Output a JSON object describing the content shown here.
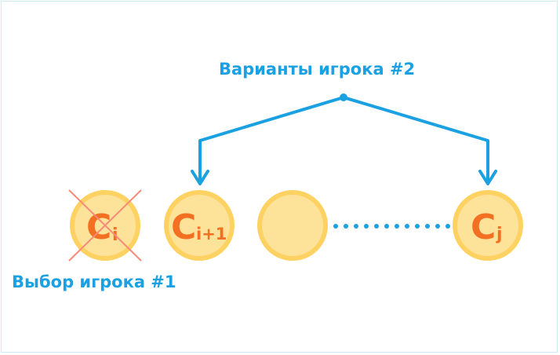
{
  "labels": {
    "player2_options": "Варианты игрока #2",
    "player1_choice": "Выбор игрока #1"
  },
  "coins": [
    {
      "letter": "C",
      "subscript": "i",
      "crossed": true
    },
    {
      "letter": "C",
      "subscript": "i+1",
      "crossed": false
    },
    {
      "letter": "",
      "subscript": "",
      "crossed": false
    },
    {
      "letter": "C",
      "subscript": "j",
      "crossed": false
    }
  ],
  "colors": {
    "accent": "#1ba1e2",
    "coin_fill": "#fde29a",
    "coin_border": "#fdd262",
    "coin_text": "#f36f21",
    "cross": "#f78a78"
  }
}
